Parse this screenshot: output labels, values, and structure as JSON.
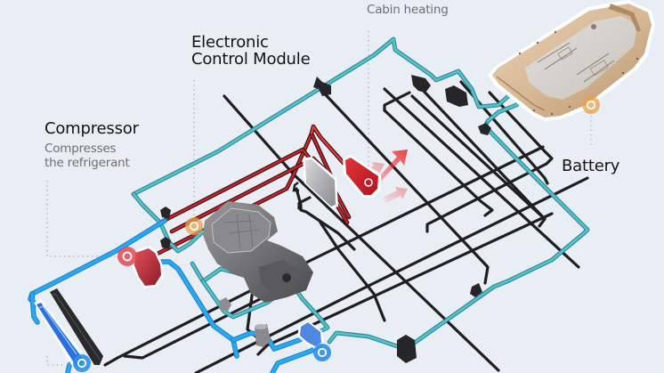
{
  "diagram": {
    "title": "Heat pump / thermal management system overview",
    "colors": {
      "background": "#e9edf4",
      "coolant_teal": "#49b6c6",
      "refrigerant_blue": "#1e9ae8",
      "hot_refrigerant_red": "#c0272d",
      "dark_pipe": "#1e1e1e",
      "marker_orange": "#e9a24a",
      "marker_red": "#e24a52",
      "marker_blue": "#2b8fe8",
      "battery_tan": "#d8b896"
    },
    "callouts": {
      "ecm": {
        "title_line1": "Electronic",
        "title_line2": "Control Module"
      },
      "compressor": {
        "title": "Compressor",
        "desc_line1": "Compresses",
        "desc_line2": "the refrigerant"
      },
      "cabin_heating": {
        "title": "Cabin heating"
      },
      "battery": {
        "title": "Battery"
      }
    },
    "components": [
      {
        "id": "battery-pack",
        "icon": "battery-pack-icon",
        "marker": "orange"
      },
      {
        "id": "electronic-control-module",
        "icon": "motor-ecm-icon",
        "marker": "orange"
      },
      {
        "id": "compressor",
        "icon": "compressor-icon",
        "marker": "red"
      },
      {
        "id": "cabin-heater",
        "icon": "heater-core-icon",
        "marker": "red"
      },
      {
        "id": "condenser",
        "icon": "condenser-icon",
        "marker": "blue"
      },
      {
        "id": "chiller",
        "icon": "chiller-icon",
        "marker": "blue"
      },
      {
        "id": "evaporator",
        "icon": "evaporator-icon",
        "marker": "none"
      },
      {
        "id": "accumulator",
        "icon": "accumulator-icon",
        "marker": "none"
      },
      {
        "id": "coolant-pump",
        "icon": "pump-icon",
        "marker": "none"
      },
      {
        "id": "valves",
        "icon": "valve-icon",
        "marker": "none"
      }
    ],
    "heat_flow": "warm air arrows from cabin heater"
  }
}
